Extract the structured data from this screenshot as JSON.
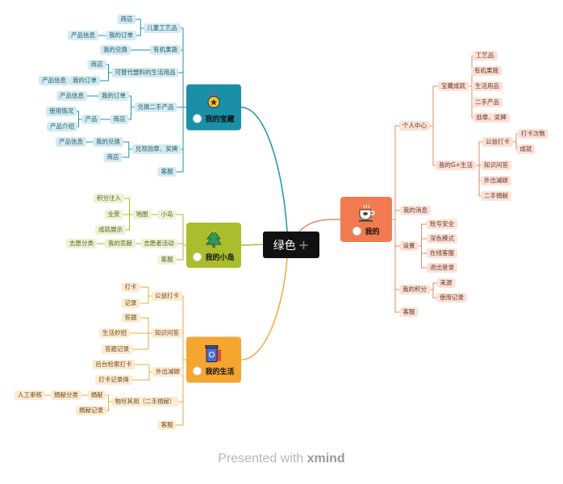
{
  "center": {
    "title": "绿色",
    "plus": "+"
  },
  "branches": [
    {
      "label": "我的宝藏",
      "color": "#1a8fa8",
      "icon": "medal-icon",
      "children": [
        {
          "label": "儿童工艺品",
          "children": [
            {
              "label": "商店"
            },
            {
              "label": "我的订单",
              "children": [
                {
                  "label": "产品信息"
                }
              ]
            }
          ]
        },
        {
          "label": "有机果蔬",
          "children": [
            {
              "label": "我的兑换"
            }
          ]
        },
        {
          "label": "可替代塑料的生活用品",
          "children": [
            {
              "label": "商店"
            },
            {
              "label": "我的订单",
              "children": [
                {
                  "label": "产品信息"
                }
              ]
            }
          ]
        },
        {
          "label": "兑换二手产品",
          "children": [
            {
              "label": "我的订单",
              "children": [
                {
                  "label": "产品信息"
                }
              ]
            },
            {
              "label": "商店",
              "children": [
                {
                  "label": "产品",
                  "children": [
                    {
                      "label": "使用情况"
                    },
                    {
                      "label": "产品介绍"
                    }
                  ]
                }
              ]
            }
          ]
        },
        {
          "label": "兑现勋章、奖牌",
          "children": [
            {
              "label": "我的兑换",
              "children": [
                {
                  "label": "产品信息"
                }
              ]
            },
            {
              "label": "商店"
            }
          ]
        },
        {
          "label": "客服"
        }
      ]
    },
    {
      "label": "我的小岛",
      "color": "#a9bd2d",
      "icon": "tree-icon",
      "children": [
        {
          "label": "小岛",
          "children": [
            {
              "label": "地图",
              "children": [
                {
                  "label": "积分注入"
                },
                {
                  "label": "全景"
                },
                {
                  "label": "成就展示"
                }
              ]
            }
          ]
        },
        {
          "label": "志愿者活动",
          "children": [
            {
              "label": "我的贡献",
              "children": [
                {
                  "label": "志愿分类"
                }
              ]
            }
          ]
        },
        {
          "label": "客服"
        }
      ]
    },
    {
      "label": "我的生活",
      "color": "#f5a631",
      "icon": "recycle-bin-icon",
      "children": [
        {
          "label": "公益打卡",
          "children": [
            {
              "label": "打卡"
            },
            {
              "label": "记录"
            }
          ]
        },
        {
          "label": "知识问答",
          "children": [
            {
              "label": "答题"
            },
            {
              "label": "生活妙招"
            },
            {
              "label": "答题记录"
            }
          ]
        },
        {
          "label": "外出减碳",
          "children": [
            {
              "label": "后台检索打卡"
            },
            {
              "label": "打卡记录得"
            }
          ]
        },
        {
          "label": "物尽其用（二手捐献）",
          "children": [
            {
              "label": "捐献",
              "children": [
                {
                  "label": "捐献分类",
                  "children": [
                    {
                      "label": "人工审核"
                    }
                  ]
                }
              ]
            },
            {
              "label": "捐献记录"
            }
          ]
        },
        {
          "label": "客服"
        }
      ]
    },
    {
      "label": "我的",
      "color": "#f27a50",
      "icon": "coffee-cup-icon",
      "children": [
        {
          "label": "个人中心",
          "children": [
            {
              "label": "宝藏成就",
              "children": [
                {
                  "label": "工艺品"
                },
                {
                  "label": "有机果蔬"
                },
                {
                  "label": "生活用品"
                },
                {
                  "label": "二手产品"
                },
                {
                  "label": "勋章、奖牌"
                }
              ]
            },
            {
              "label": "我的G+生活",
              "children": [
                {
                  "label": "公益打卡",
                  "children": [
                    {
                      "label": "打卡次数"
                    },
                    {
                      "label": "成就"
                    }
                  ]
                },
                {
                  "label": "知识问答"
                },
                {
                  "label": "外出减碳"
                },
                {
                  "label": "二手捐献"
                }
              ]
            }
          ]
        },
        {
          "label": "我的消息"
        },
        {
          "label": "设置",
          "children": [
            {
              "label": "账号安全"
            },
            {
              "label": "深色模式"
            },
            {
              "label": "在线客服"
            },
            {
              "label": "退出登录"
            }
          ]
        },
        {
          "label": "我的积分",
          "children": [
            {
              "label": "来源"
            },
            {
              "label": "使用记录"
            }
          ]
        },
        {
          "label": "客服"
        }
      ]
    }
  ],
  "line_colors": [
    "#1a93ad",
    "#a6bb2c",
    "#f2a93b",
    "#e08a6a"
  ],
  "footer": {
    "presented": "Presented with",
    "brand": "xmind"
  }
}
